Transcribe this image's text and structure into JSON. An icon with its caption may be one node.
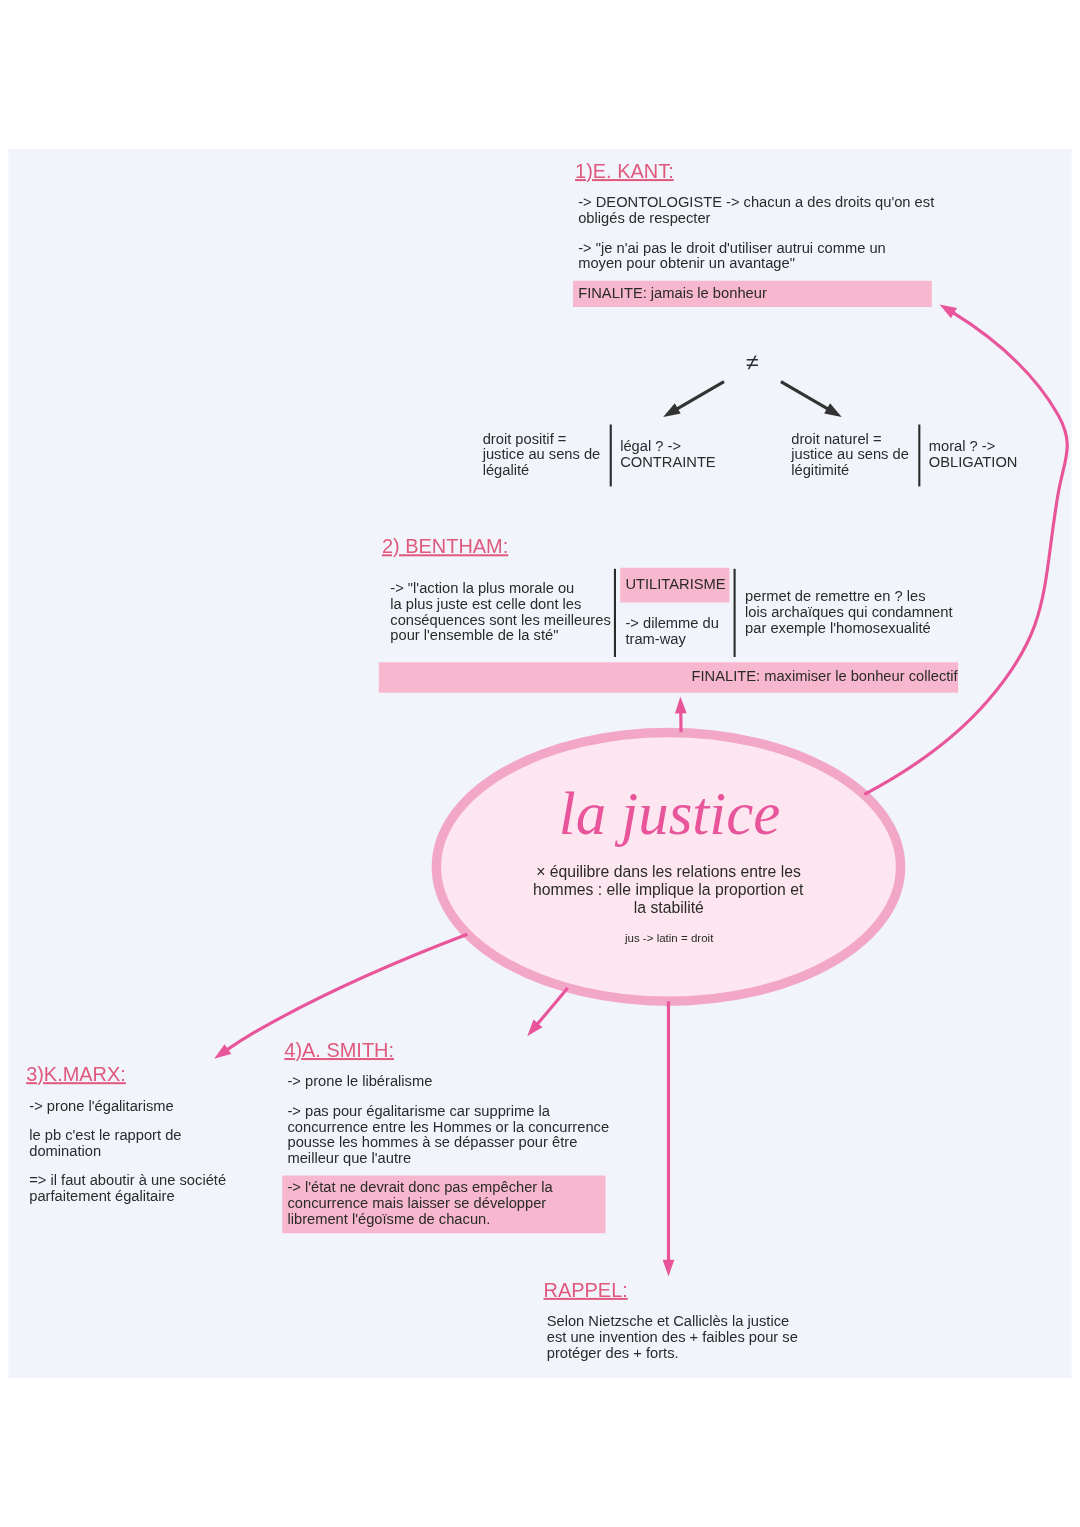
{
  "diagram": {
    "nodes": [
      {
        "text": [
          "1)E. KANT:",
          "-> DEONTOLOGISTE -> chacun a des droits qu'on est obligés de respecter",
          "-> \"je n'ai pas le droit d'utiliser autrui comme un moyen pour obtenir un avantage\"",
          "FINALITE: jamais le bonheur"
        ]
      },
      {
        "text": [
          "≠"
        ]
      },
      {
        "text": [
          "droit positif = justice au sens de légalité",
          "légal ? -> CONTRAINTE"
        ]
      },
      {
        "text": [
          "droit naturel = justice au sens de légitimité",
          "moral ? -> OBLIGATION"
        ]
      },
      {
        "text": [
          "2) BENTHAM:",
          "-> \"l'action la plus morale ou la plus juste est celle dont les conséquences sont les meilleures pour l'ensemble de la sté\"",
          "UTILITARISME",
          "-> dilemme du tram-way",
          "permet de remettre en ? les lois archaïques qui condamnent par exemple l'homosexualité",
          "FINALITE: maximiser le bonheur collectif"
        ]
      },
      {
        "text": [
          "la justice",
          "× équilibre dans les relations entre les hommes : elle implique la proportion et la stabilité",
          "jus -> latin = droit"
        ]
      },
      {
        "text": [
          "3)K.MARX:",
          "-> prone l'égalitarisme",
          "le pb c'est le rapport de domination",
          "=> il faut aboutir à une société parfaitement égalitaire"
        ]
      },
      {
        "text": [
          "4)A. SMITH:",
          "-> prone le libéralisme",
          "-> pas pour égalitarisme car supprime la concurrence entre les Hommes or la concurrence pousse les hommes à se dépasser pour être meilleur que l'autre",
          "-> l'état ne devrait donc pas empêcher la concurrence mais laisser se développer librement l'égoïsme de chacun."
        ]
      },
      {
        "text": [
          "RAPPEL:",
          "Selon Nietzsche et Calliclès la justice est une invention des + faibles pour se protéger des + forts."
        ]
      }
    ],
    "edges": [
      {
        "from": 5,
        "to": 0,
        "arrow": "to"
      },
      {
        "from": 1,
        "to": 2,
        "arrow": "to",
        "color": "#333333"
      },
      {
        "from": 1,
        "to": 3,
        "arrow": "to",
        "color": "#333333"
      },
      {
        "from": 5,
        "to": 4,
        "arrow": "to"
      },
      {
        "from": 5,
        "to": 6,
        "arrow": "to"
      },
      {
        "from": 5,
        "to": 8,
        "arrow": "to"
      },
      {
        "from": 5,
        "to": 7,
        "arrow": "to"
      }
    ]
  }
}
